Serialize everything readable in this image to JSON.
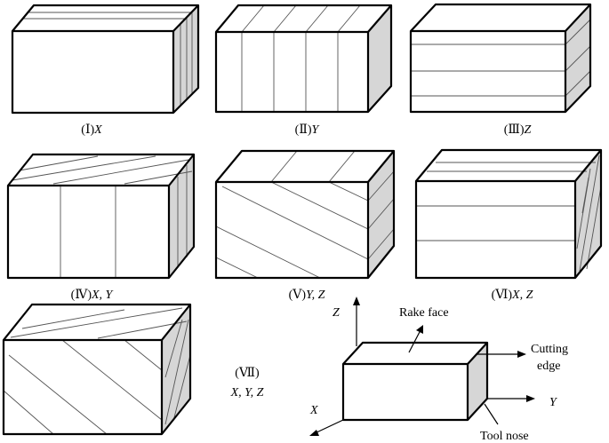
{
  "labels": {
    "fig1": {
      "roman": "(Ⅰ)",
      "axes": "X"
    },
    "fig2": {
      "roman": "(Ⅱ)",
      "axes": "Y"
    },
    "fig3": {
      "roman": "(Ⅲ)",
      "axes": "Z"
    },
    "fig4": {
      "roman": "(Ⅳ)",
      "axes": "X, Y"
    },
    "fig5": {
      "roman": "(Ⅴ)",
      "axes": "Y, Z"
    },
    "fig6": {
      "roman": "(Ⅵ)",
      "axes": "X, Z"
    },
    "fig7": {
      "roman": "(Ⅶ)",
      "axes": "X, Y, Z"
    }
  },
  "legend": {
    "z_axis": "Z",
    "y_axis": "Y",
    "x_axis": "X",
    "rake_face": "Rake face",
    "cutting_edge_line1": "Cutting",
    "cutting_edge_line2": "edge",
    "tool_nose": "Tool nose"
  },
  "colors": {
    "side_face": "#d6d6d6",
    "edge": "#000000",
    "hatch": "#555555"
  }
}
